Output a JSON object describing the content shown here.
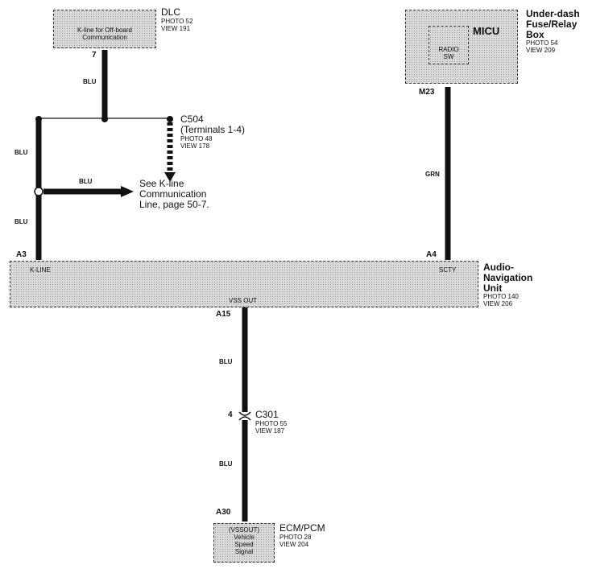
{
  "dlc": {
    "name": "DLC",
    "photo": "PHOTO 52",
    "view": "VIEW 191",
    "inner_line1": "K-line for Off-board",
    "inner_line2": "Communication",
    "pin": "7"
  },
  "micu": {
    "name_line1": "Under-dash",
    "name_line2": "Fuse/Relay",
    "name_line3": "Box",
    "photo": "PHOTO 54",
    "view": "VIEW 209",
    "module": "MICU",
    "switch_line1": "RADIO",
    "switch_line2": "SW",
    "pin": "M23"
  },
  "c504": {
    "name": "C504",
    "terminals": "(Terminals 1-4)",
    "photo": "PHOTO 48",
    "view": "VIEW 178"
  },
  "see_ref": {
    "line1": "See K-line",
    "line2": "Communication",
    "line3": "Line, page 50-7."
  },
  "wires": {
    "dlc_down": "BLU",
    "left_upper": "BLU",
    "left_lower": "BLU",
    "arrow": "BLU",
    "micu": "GRN",
    "a15_c301": "BLU",
    "c301_a30": "BLU"
  },
  "unit": {
    "name_line1": "Audio-",
    "name_line2": "Navigation",
    "name_line3": "Unit",
    "photo": "PHOTO 140",
    "view": "VIEW 206",
    "pin_a3": "A3",
    "pin_a4": "A4",
    "pin_a15": "A15",
    "term_kline": "K-LINE",
    "term_scty": "SCTY",
    "term_vss": "VSS OUT"
  },
  "c301": {
    "name": "C301",
    "pin": "4",
    "photo": "PHOTO 55",
    "view": "VIEW 187"
  },
  "ecm": {
    "name": "ECM/PCM",
    "photo": "PHOTO 28",
    "view": "VIEW 204",
    "pin": "A30",
    "inner_line1": "(VSSOUT)",
    "inner_line2": "Vehicle",
    "inner_line3": "Speed",
    "inner_line4": "Signal"
  }
}
